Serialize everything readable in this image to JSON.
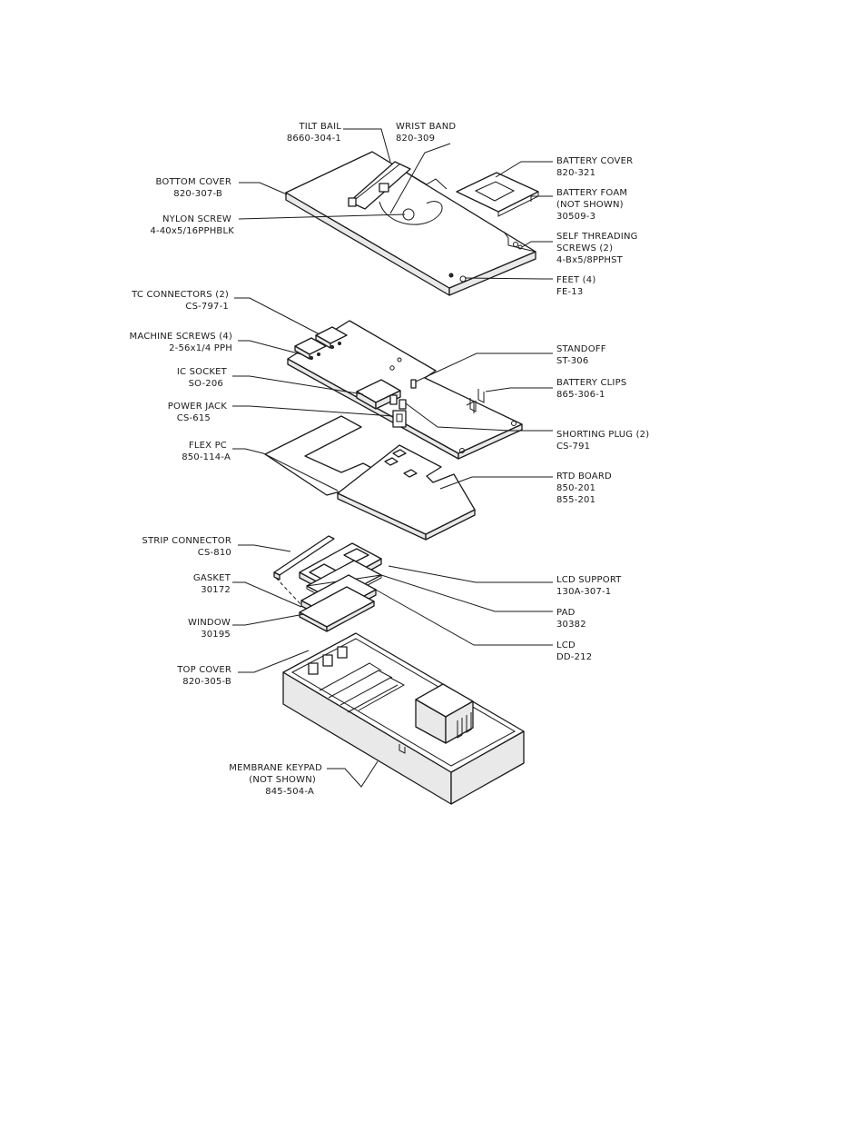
{
  "callouts": {
    "tilt_bail": [
      "TILT BAIL",
      "8660-304-1"
    ],
    "wrist_band": [
      "WRIST BAND",
      "820-309"
    ],
    "battery_cover": [
      "BATTERY COVER",
      "820-321"
    ],
    "bottom_cover": [
      "BOTTOM COVER",
      "820-307-B"
    ],
    "battery_foam": [
      "BATTERY FOAM",
      "(NOT SHOWN)",
      "30509-3"
    ],
    "nylon_screw": [
      "NYLON SCREW",
      "4-40x5/16PPHBLK"
    ],
    "self_threading_screws": [
      "SELF THREADING",
      "SCREWS (2)",
      "4-Bx5/8PPHST"
    ],
    "feet": [
      "FEET (4)",
      "FE-13"
    ],
    "tc_connectors": [
      "TC CONNECTORS (2)",
      "CS-797-1"
    ],
    "machine_screws": [
      "MACHINE SCREWS (4)",
      "2-56x1/4 PPH"
    ],
    "standoff": [
      "STANDOFF",
      "ST-306"
    ],
    "ic_socket": [
      "IC SOCKET",
      "SO-206"
    ],
    "battery_clips": [
      "BATTERY CLIPS",
      "865-306-1"
    ],
    "power_jack": [
      "POWER JACK",
      "CS-615"
    ],
    "shorting_plug": [
      "SHORTING PLUG (2)",
      "CS-791"
    ],
    "flex_pc": [
      "FLEX PC",
      "850-114-A"
    ],
    "rtd_board": [
      "RTD BOARD",
      "850-201",
      "855-201"
    ],
    "strip_connector": [
      "STRIP CONNECTOR",
      "CS-810"
    ],
    "gasket": [
      "GASKET",
      "30172"
    ],
    "lcd_support": [
      "LCD SUPPORT",
      "130A-307-1"
    ],
    "pad": [
      "PAD",
      "30382"
    ],
    "window": [
      "WINDOW",
      "30195"
    ],
    "lcd": [
      "LCD",
      "DD-212"
    ],
    "top_cover": [
      "TOP COVER",
      "820-305-B"
    ],
    "membrane_keypad": [
      "MEMBRANE KEYPAD",
      "(NOT SHOWN)",
      "845-504-A"
    ]
  }
}
